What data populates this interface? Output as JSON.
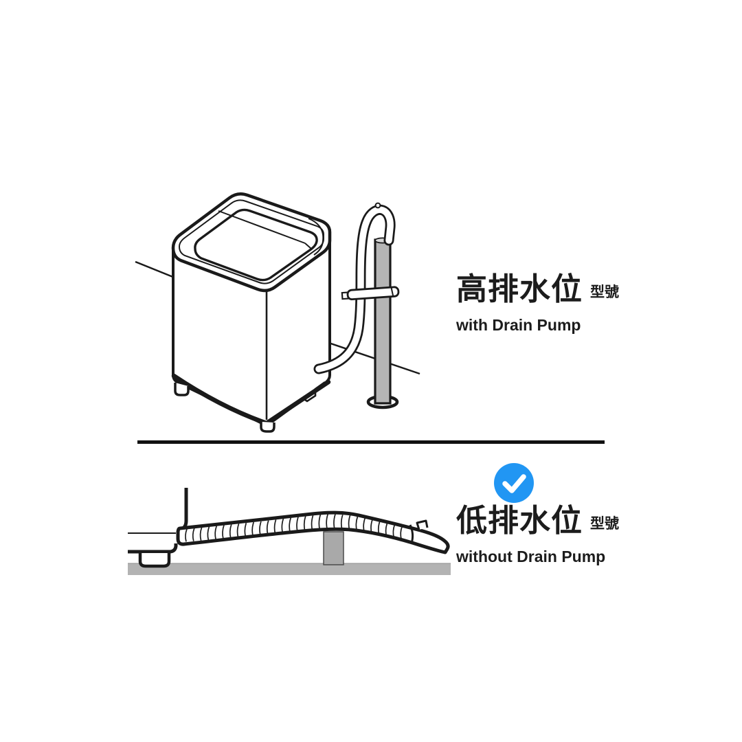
{
  "page": {
    "background": "#ffffff"
  },
  "divider": {
    "color": "#111111"
  },
  "colors": {
    "accent_blue": "#2196F3",
    "ink": "#1c1c1c",
    "line_black": "#1a1a1a",
    "pipe_gray": "#b5b5b5",
    "floor_gray": "#b3b3b3",
    "block_gray": "#a9a9a9"
  },
  "icons": {
    "check": "✓"
  },
  "sections": {
    "high_drain": {
      "title_zh": "高排水位",
      "suffix_zh": "型號",
      "subtitle_en": "with Drain Pump"
    },
    "low_drain": {
      "title_zh": "低排水位",
      "suffix_zh": "型號",
      "subtitle_en": "without Drain Pump",
      "selected": true
    }
  }
}
